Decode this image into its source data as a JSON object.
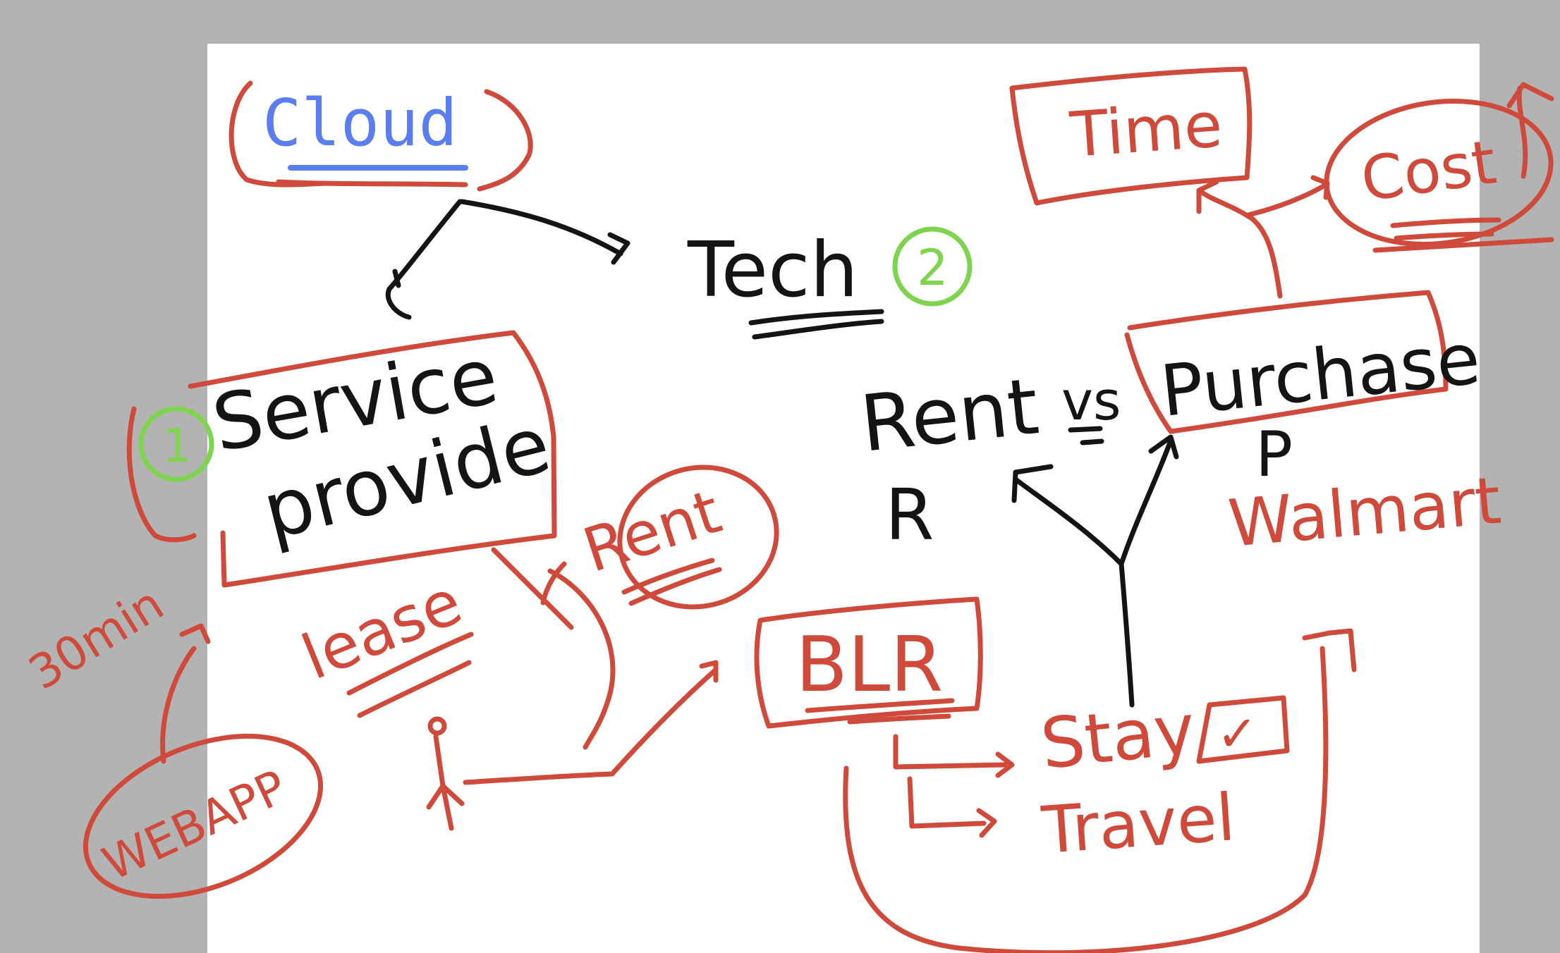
{
  "colors": {
    "canvas": "#ffffff",
    "background": "#b3b3b3",
    "red_ink": "#cf4a3b",
    "black_ink": "#141414",
    "green_ink": "#7ed44f",
    "blue_text": "#5a7df0"
  },
  "nodes": {
    "cloud": "Cloud",
    "tech": "Tech",
    "tech_number": "2",
    "service": "Service",
    "provide": "provide",
    "service_number": "1",
    "rent_red": "Rent",
    "lease": "lease",
    "rent_black": "Rent",
    "vs": "vs",
    "r_letter": "R",
    "purchase": "Purchase",
    "p_letter": "P",
    "walmart": "Walmart",
    "time": "Time",
    "cost": "Cost",
    "blr": "BLR",
    "stay": "Stay",
    "stay_check": "✓",
    "travel": "Travel",
    "thirty_min": "30min",
    "webapp": "WEBAPP"
  }
}
